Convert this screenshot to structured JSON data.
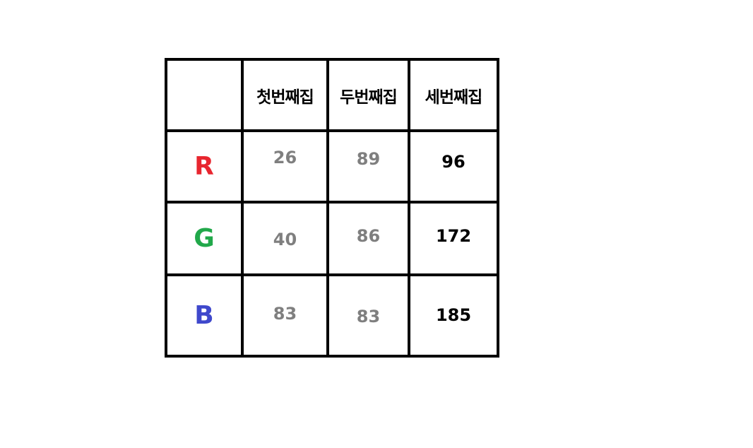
{
  "table": {
    "corner": "",
    "headers": [
      "첫번째집",
      "두번째집",
      "세번째집"
    ],
    "rows": [
      {
        "label": "R",
        "label_color": "#e8262f",
        "values": [
          "26",
          "89",
          "96"
        ]
      },
      {
        "label": "G",
        "label_color": "#21a84a",
        "values": [
          "40",
          "86",
          "172"
        ]
      },
      {
        "label": "B",
        "label_color": "#3f48cc",
        "values": [
          "83",
          "83",
          "185"
        ]
      }
    ],
    "colors": {
      "first_two_columns_text": "#7f7f7f",
      "third_column_text": "#000000",
      "grid_lines": "#000000"
    }
  }
}
